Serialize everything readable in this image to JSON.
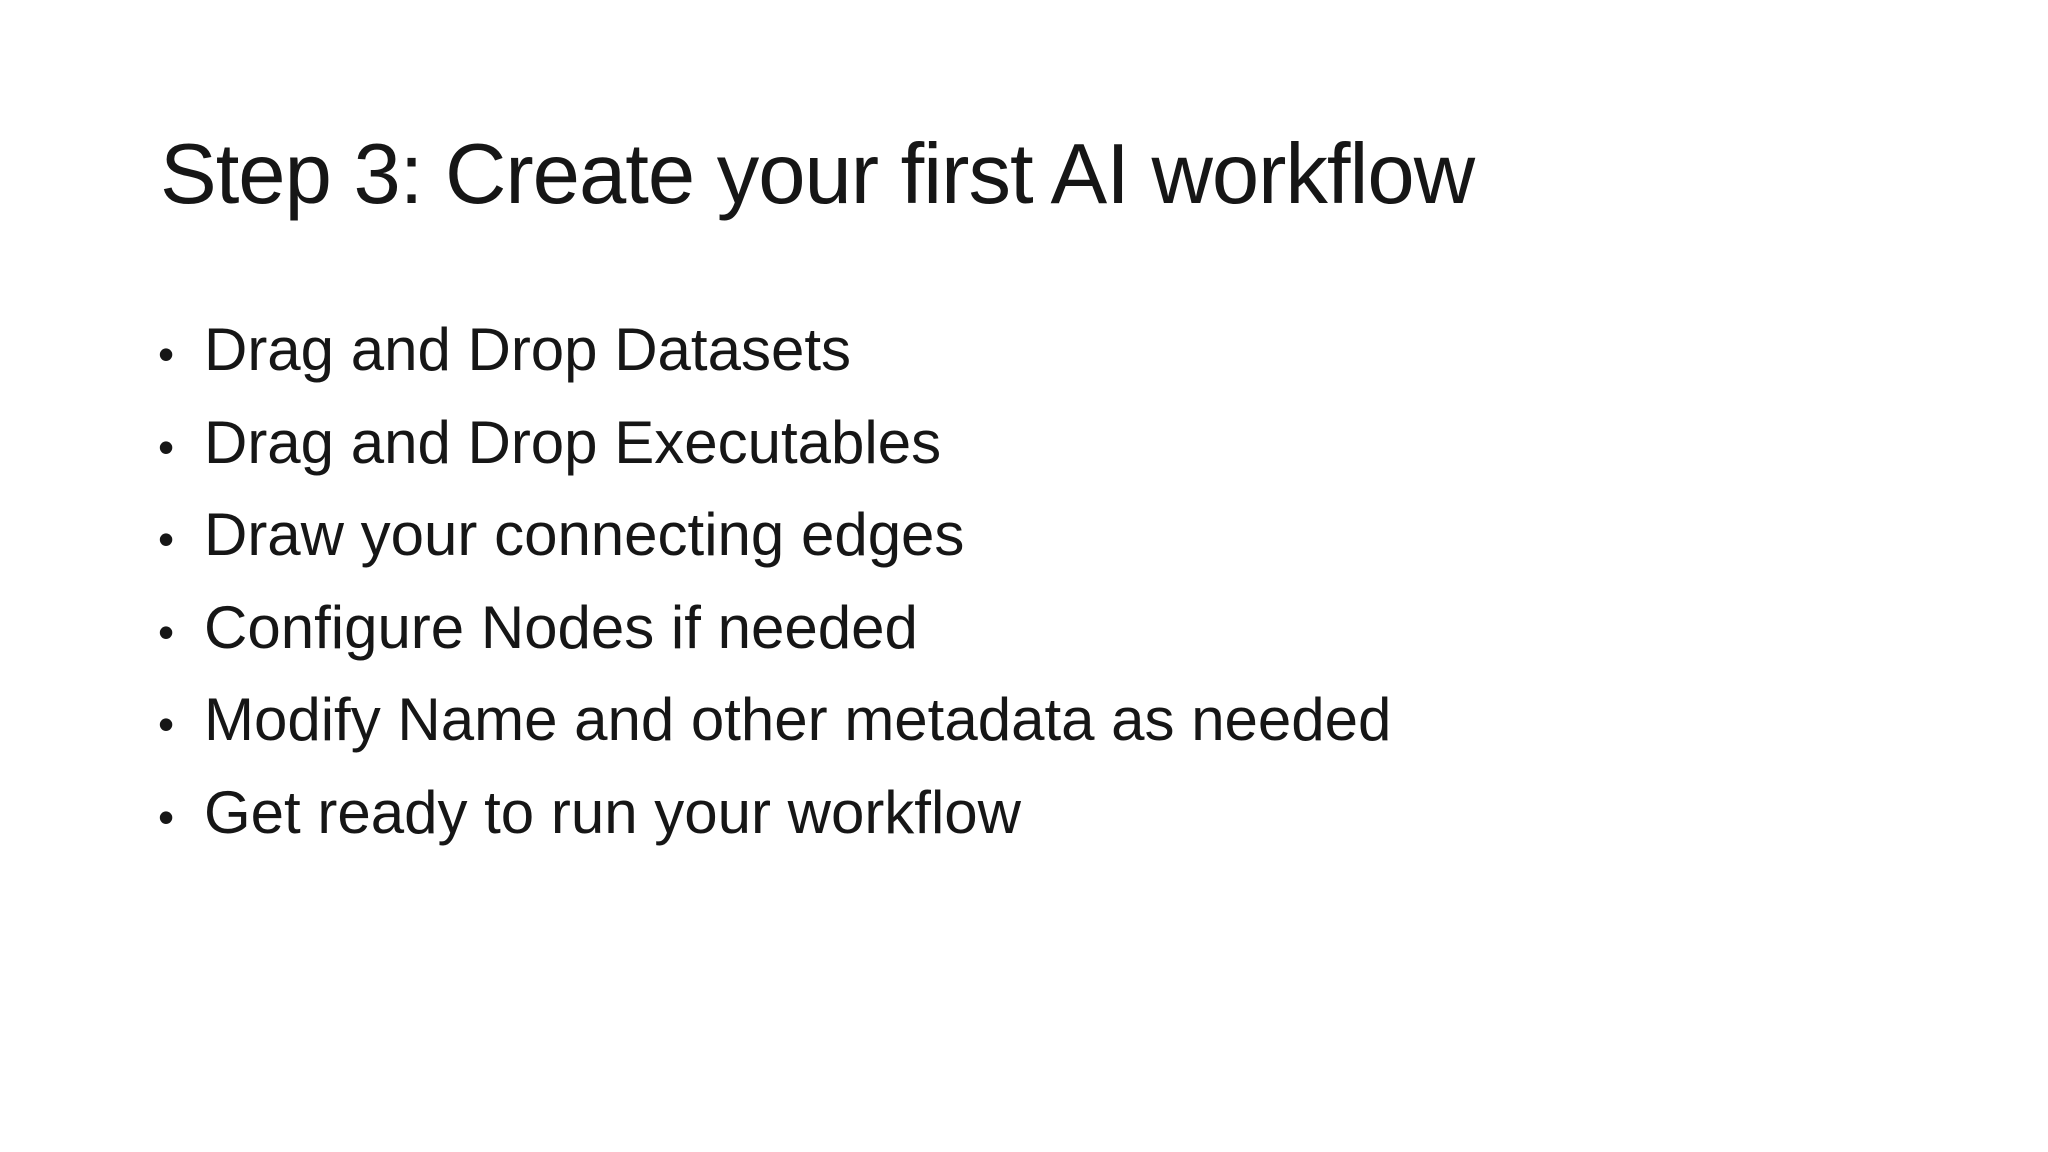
{
  "slide": {
    "title": "Step 3: Create your first AI workflow",
    "bullet_glyph": "•",
    "bullets": [
      "Drag and Drop Datasets",
      "Drag and Drop Executables",
      "Draw your connecting edges",
      "Configure Nodes if needed",
      "Modify Name and other metadata as needed",
      "Get ready to run your workflow"
    ],
    "colors": {
      "background": "#ffffff",
      "text": "#161616"
    }
  }
}
